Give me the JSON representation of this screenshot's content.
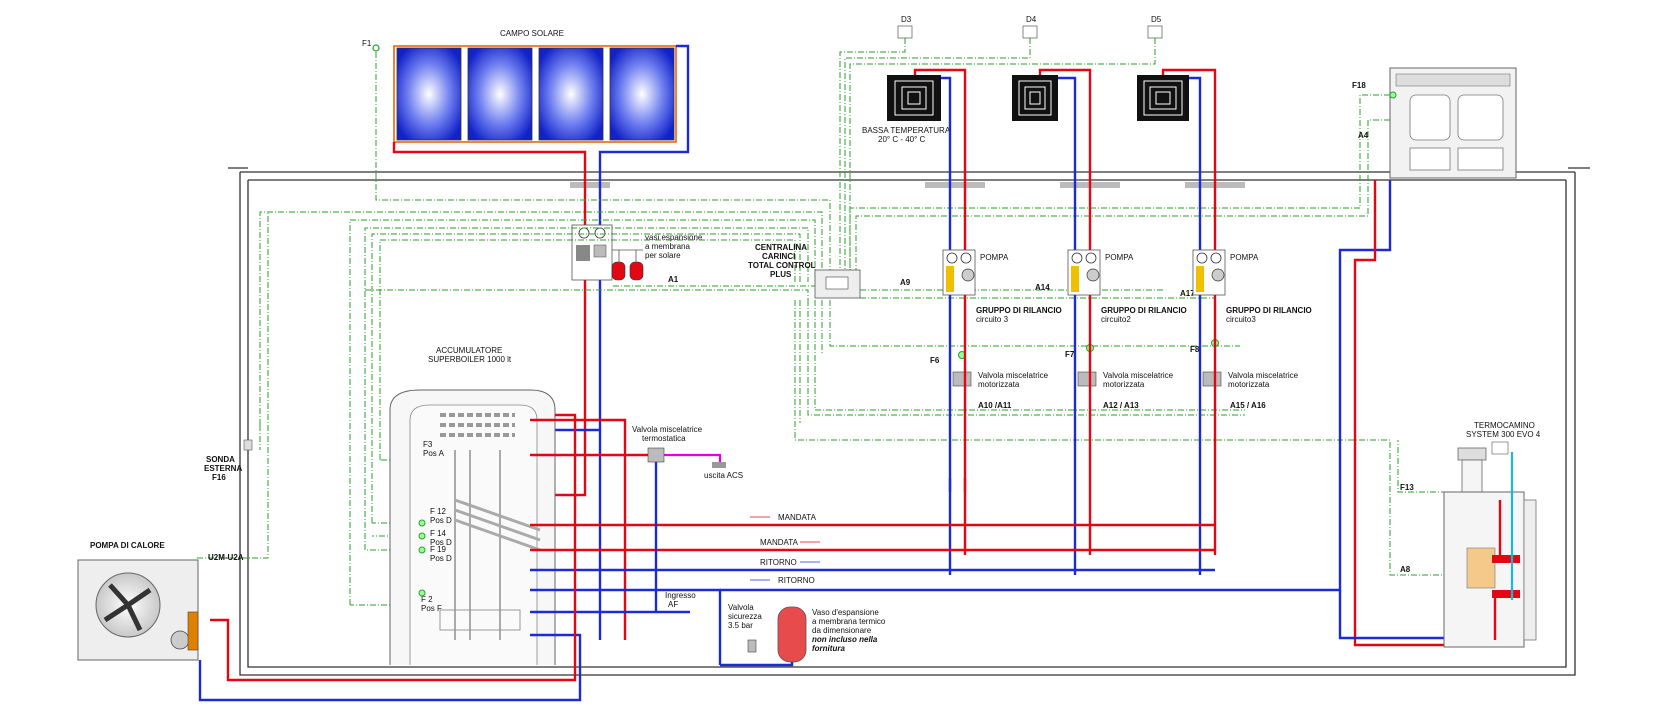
{
  "labels": {
    "campo_solare": "CAMPO SOLARE",
    "f1": "F1",
    "d3": "D3",
    "d4": "D4",
    "d5": "D5",
    "f18": "F18",
    "a4": "A4",
    "bassa_temp_1": "BASSA TEMPERATURA",
    "bassa_temp_2": "20° C - 40° C",
    "vasi_1": "vasi espansione",
    "vasi_2": "a membrana",
    "vasi_3": "per solare",
    "a1": "A1",
    "centralina_1": "CENTRALINA",
    "centralina_2": "CARINCI",
    "centralina_3": "TOTAL CONTROL",
    "centralina_4": "PLUS",
    "a9": "A9",
    "a14": "A14",
    "a17": "A17",
    "pompa_1": "POMPA",
    "pompa_2": "POMPA",
    "pompa_3": "POMPA",
    "gruppo_1a": "GRUPPO DI RILANCIO",
    "gruppo_1b": "circuito 3",
    "gruppo_2a": "GRUPPO DI RILANCIO",
    "gruppo_2b": "circuito2",
    "gruppo_3a": "GRUPPO DI RILANCIO",
    "gruppo_3b": "circuito3",
    "f6": "F6",
    "f7": "F7",
    "f8": "F8",
    "valvola_1a": "Valvola miscelatrice",
    "valvola_1b": "motorizzata",
    "valvola_2a": "Valvola miscelatrice",
    "valvola_2b": "motorizzata",
    "valvola_3a": "Valvola miscelatrice",
    "valvola_3b": "motorizzata",
    "a10_a11": "A10 /A11",
    "a12_a13": "A12 / A13",
    "a15_a16": "A15 / A16",
    "accumulatore_1": "ACCUMULATORE",
    "accumulatore_2": "SUPERBOILER 1000 lt",
    "f3": "F3",
    "f3_pos": "Pos A",
    "f12": "F 12",
    "f12_pos": "Pos D",
    "f14": "F 14",
    "f14_pos": "Pos D",
    "f19": "F 19",
    "f19_pos": "Pos D",
    "f2": "F 2",
    "f2_pos": "Pos F",
    "valvola_term_1": "Valvola miscelatrice",
    "valvola_term_2": "termostatica",
    "uscita_acs": "uscita ACS",
    "sonda_1": "SONDA",
    "sonda_2": "ESTERNA",
    "sonda_3": "F16",
    "pompa_calore": "POMPA DI CALORE",
    "u2m": "U2M-U2A",
    "mandata_1": "MANDATA",
    "mandata_2": "MANDATA",
    "ritorno_1": "RITORNO",
    "ritorno_2": "RITORNO",
    "ingresso_1": "Ingresso",
    "ingresso_2": "AF",
    "sicurezza_1": "Valvola",
    "sicurezza_2": "sicurezza",
    "sicurezza_3": "3.5 bar",
    "vaso_1": "Vaso d'espansione",
    "vaso_2": "a membrana termico",
    "vaso_3": "da dimensionare",
    "vaso_4": "non incluso nella",
    "vaso_5": "fornitura",
    "termocamino_1": "TERMOCAMINO",
    "termocamino_2": "SYSTEM  300 EVO 4",
    "f13": "F13",
    "a8": "A8"
  },
  "colors": {
    "hot_pipe": "#e30613",
    "cold_pipe": "#1d2bd6",
    "signal_wire": "#2aa02a",
    "acs_pipe": "#e000e0",
    "solar_panel": "#2233dd"
  }
}
